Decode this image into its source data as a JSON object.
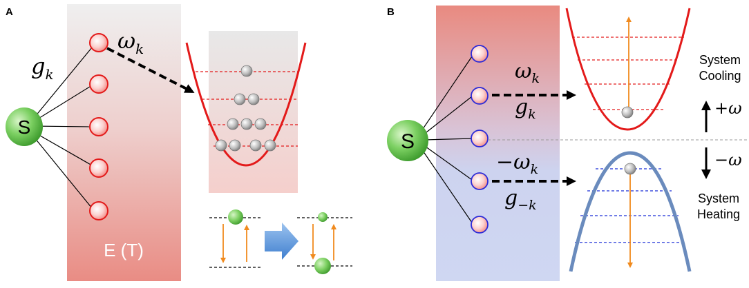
{
  "panel_a": {
    "label": "A",
    "system_label": "S",
    "coupling_label": "g",
    "coupling_sub": "k",
    "frequency_label": "ω",
    "frequency_sub": "k",
    "environment_label": "E (T)",
    "colors": {
      "environment_gradient_top": "#ececec",
      "environment_gradient_bottom": "#ea8f87",
      "oscillator_ring": "#e31a1a",
      "potential": "#e31a1a",
      "level_lines": "#e31a1a",
      "arrow_orange": "#f08a1e",
      "big_arrow": "#6aa3e0"
    }
  },
  "panel_b": {
    "label": "B",
    "system_label": "S",
    "pos_freq_label": "ω",
    "pos_freq_sub": "k",
    "pos_coupling_label": "g",
    "pos_coupling_sub": "k",
    "neg_freq_label": "−ω",
    "neg_freq_sub": "k",
    "neg_coupling_label": "g",
    "neg_coupling_sub": "−k",
    "cooling_line1": "System",
    "cooling_line2": "Cooling",
    "heating_line1": "System",
    "heating_line2": "Heating",
    "plus_omega": "+ω",
    "minus_omega": "−ω",
    "colors": {
      "env_top": "#e98e82",
      "env_bottom": "#cfd6f1",
      "oscillator_ring": "#2a2ad8",
      "upper_potential": "#e31a1a",
      "lower_potential": "#6a8bbd",
      "upper_levels": "#e31a1a",
      "lower_levels": "#1a2fd8",
      "arrow_orange": "#f08a1e"
    }
  }
}
